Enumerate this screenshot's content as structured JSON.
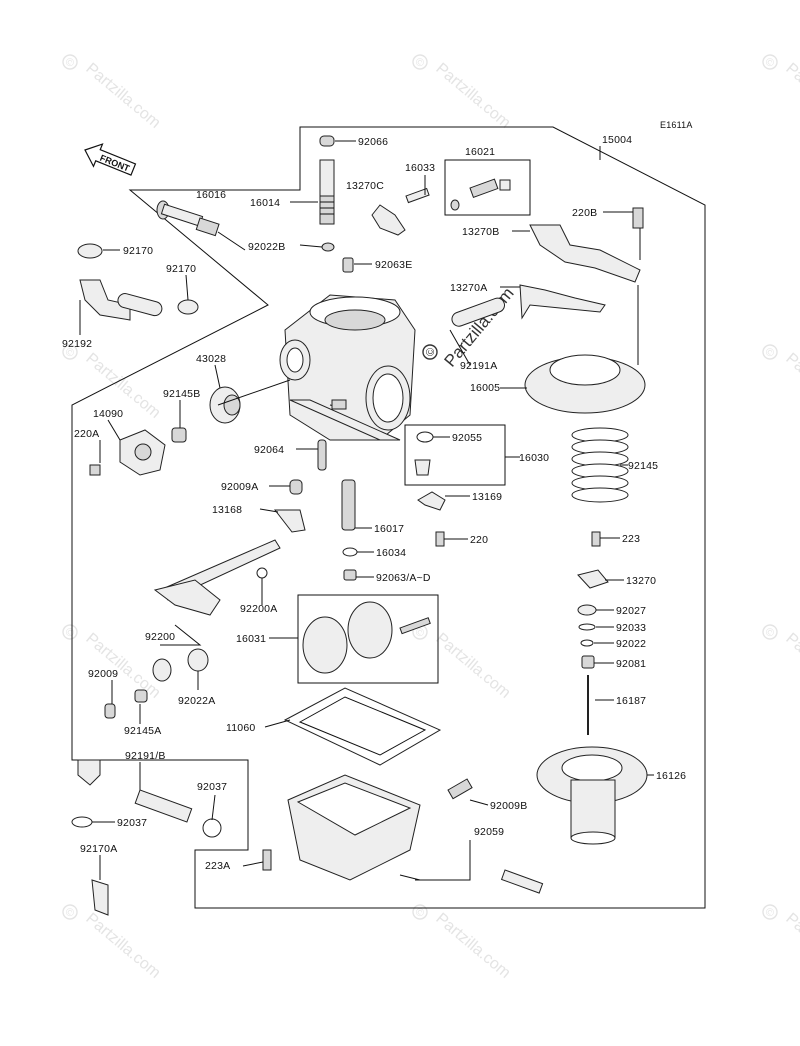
{
  "diagram_id": "E1611A",
  "front_label": "FRONT",
  "watermark": "Partzilla.com",
  "watermark_center": "Partzilla.com",
  "labels": {
    "p15004": "15004",
    "p92066": "92066",
    "p16033": "16033",
    "p16021": "16021",
    "p16016": "16016",
    "p16014": "16014",
    "p13270C": "13270C",
    "p220B": "220B",
    "p13270B": "13270B",
    "p92170a": "92170",
    "p92022B": "92022B",
    "p92063E": "92063E",
    "p92170b": "92170",
    "p13270A": "13270A",
    "p92192": "92192",
    "p92191A": "92191A",
    "p43028": "43028",
    "p16005": "16005",
    "p92145B": "92145B",
    "p14090": "14090",
    "p220A": "220A",
    "p92055": "92055",
    "p92064": "92064",
    "p16030": "16030",
    "p92145": "92145",
    "p92009A": "92009A",
    "p13169": "13169",
    "p13168": "13168",
    "p16017": "16017",
    "p220": "220",
    "p16034": "16034",
    "p223": "223",
    "p92063AD": "92063/A~D",
    "p13270": "13270",
    "p92200A": "92200A",
    "p92027": "92027",
    "p92033": "92033",
    "p16031": "16031",
    "p92022": "92022",
    "p92200": "92200",
    "p92081": "92081",
    "p92009": "92009",
    "p92022A": "92022A",
    "p16187": "16187",
    "p92145A": "92145A",
    "p11060": "11060",
    "p92191B": "92191/B",
    "p16126": "16126",
    "p92037a": "92037",
    "p92009B": "92009B",
    "p92037b": "92037",
    "p92059": "92059",
    "p92170A": "92170A",
    "p223A": "223A"
  }
}
